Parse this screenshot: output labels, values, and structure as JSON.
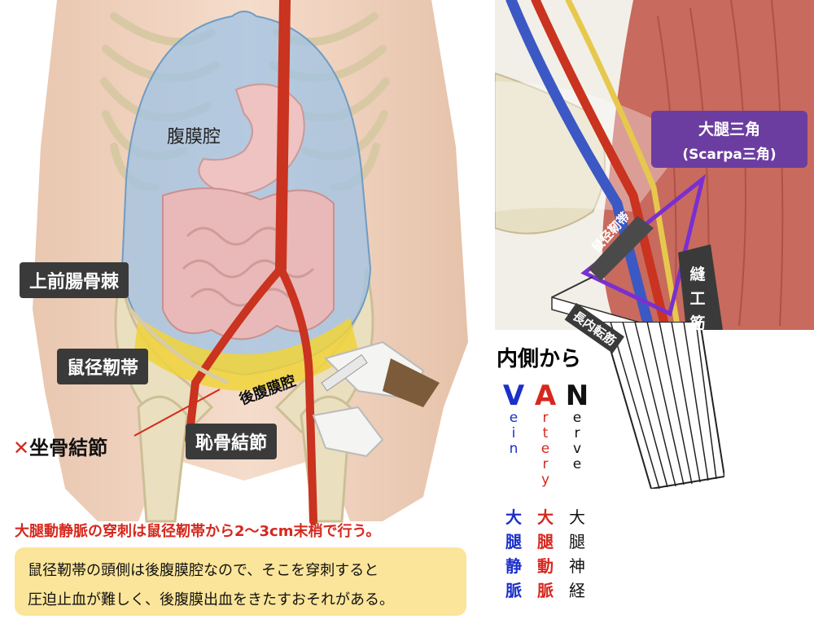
{
  "labels": {
    "peritoneal_cavity": "腹膜腔",
    "asis": "上前腸骨棘",
    "inguinal_ligament": "鼠径靭帯",
    "retroperitoneum": "後腹膜腔",
    "ischial_tuberosity_mark": "✕",
    "ischial_tuberosity": "坐骨結節",
    "pubic_tubercle": "恥骨結節"
  },
  "warning": "大腿動静脈の穿刺は鼠径靭帯から2〜3cm末梢で行う。",
  "note": {
    "line1": "鼠径靭帯の頭側は後腹膜腔なので、そこを穿刺すると",
    "line2": "圧迫止血が難しく、後腹膜出血をきたすおそれがある。"
  },
  "thigh": {
    "scarpa_line1": "大腿三角",
    "scarpa_line2": "(Scarpa三角)",
    "inguinal_ligament": "鼠径靭帯",
    "sartorius": [
      "縫",
      "工",
      "筋"
    ],
    "adductor_longus": "長内転筋"
  },
  "mnemonic": {
    "heading": "内側から",
    "vein": {
      "initial": "V",
      "rest": [
        "e",
        "i",
        "n"
      ],
      "jp": [
        "大",
        "腿",
        "静",
        "脈"
      ],
      "color": "#1b2fc9"
    },
    "artery": {
      "initial": "A",
      "rest": [
        "r",
        "t",
        "e",
        "r",
        "y"
      ],
      "jp": [
        "大",
        "腿",
        "動",
        "脈"
      ],
      "color": "#d6281e"
    },
    "nerve": {
      "initial": "N",
      "rest": [
        "e",
        "r",
        "v",
        "e"
      ],
      "jp": [
        "大",
        "腿",
        "神",
        "経"
      ],
      "color": "#111111"
    }
  }
}
